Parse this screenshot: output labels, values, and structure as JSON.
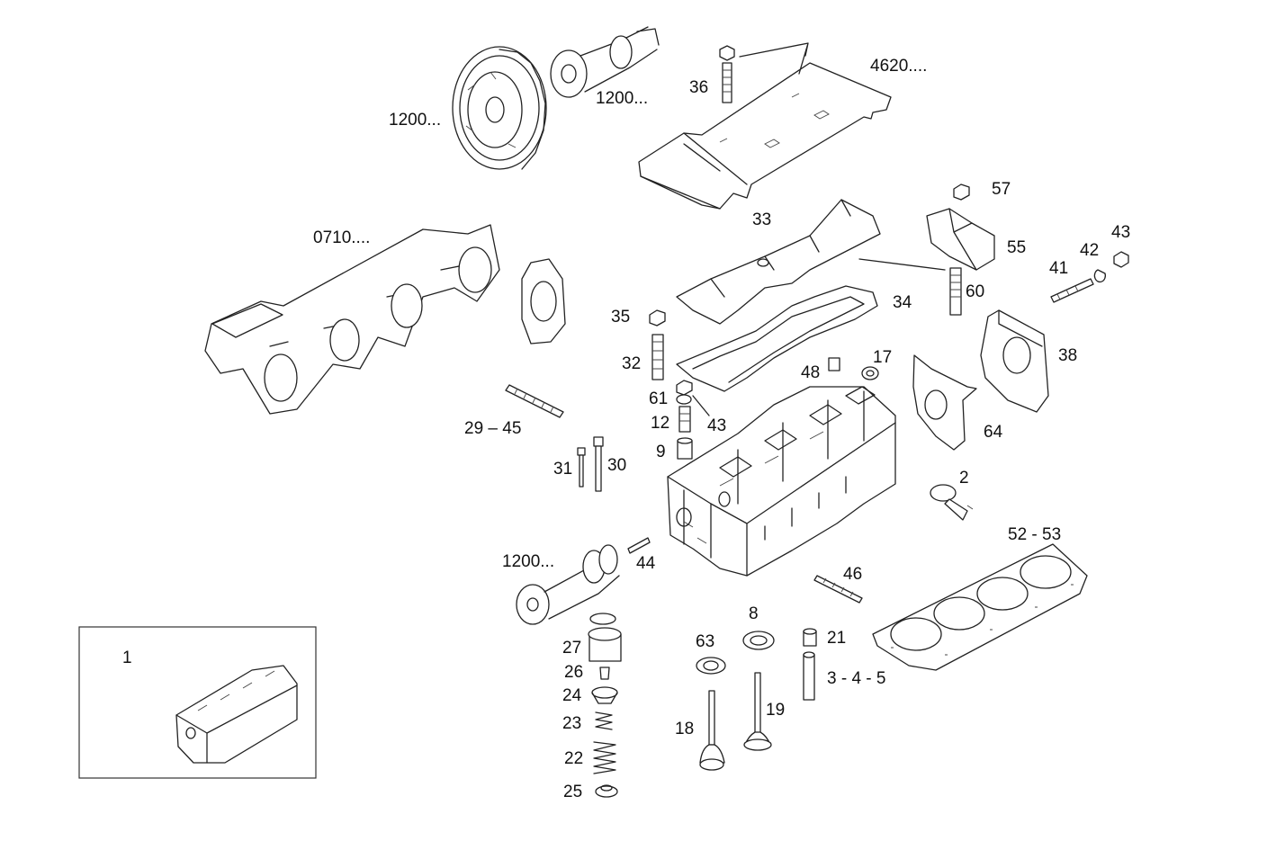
{
  "labels": {
    "l4620": "4620....",
    "l36": "36",
    "l1200a": "1200...",
    "l1200b": "1200...",
    "l1200c": "1200...",
    "l57": "57",
    "l33": "33",
    "l0710": "0710....",
    "l55": "55",
    "l43a": "43",
    "l42": "42",
    "l41": "41",
    "l60": "60",
    "l34": "34",
    "l35": "35",
    "l38": "38",
    "l32": "32",
    "l17": "17",
    "l48": "48",
    "l61": "61",
    "l43b": "43",
    "l12": "12",
    "l29_45": "29 – 45",
    "l64": "64",
    "l9": "9",
    "l31": "31",
    "l30": "30",
    "l2": "2",
    "l52_53": "52 - 53",
    "l44": "44",
    "l46": "46",
    "l8": "8",
    "l1": "1",
    "l27": "27",
    "l63": "63",
    "l21": "21",
    "l26": "26",
    "l3_4_5": "3 - 4 - 5",
    "l24": "24",
    "l19": "19",
    "l23": "23",
    "l18": "18",
    "l22": "22",
    "l25": "25"
  }
}
